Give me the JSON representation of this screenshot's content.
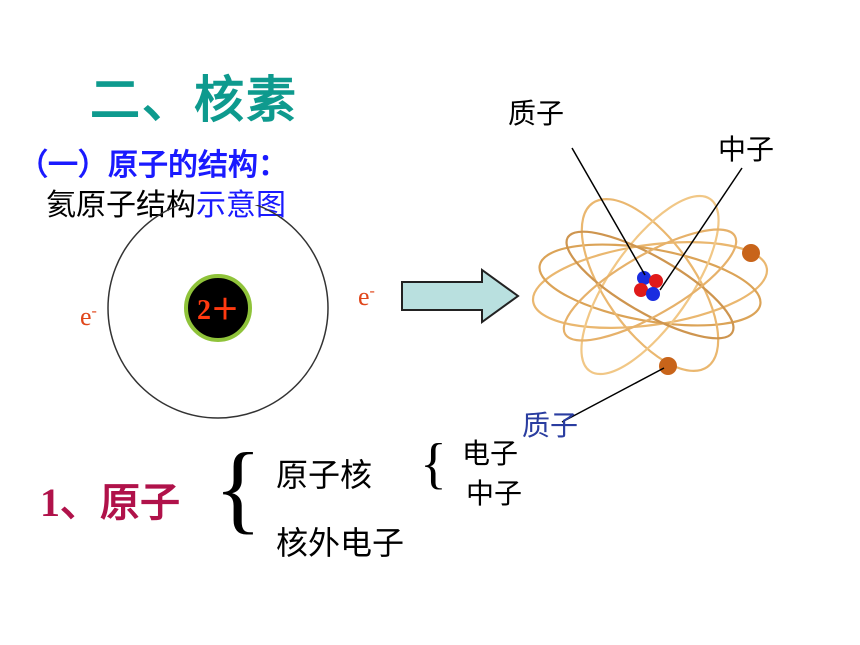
{
  "heading": "二、核素",
  "section": "（一）原子的结构：",
  "caption": {
    "black": "氦原子结构",
    "blue": "示意图"
  },
  "diagram": {
    "nucleus_charge": "2＋",
    "electron": "e",
    "electron_sup": "-"
  },
  "atom_model_labels": {
    "proton_top": "质子",
    "neutron": "中子",
    "proton_bottom": "质子"
  },
  "structure": {
    "atom": "1、原子",
    "nucleus": "原子核",
    "outer_electrons": "核外电子",
    "nucleus_parts": [
      "电子",
      "中子"
    ]
  },
  "colors": {
    "heading": "#0e9a8e",
    "section": "#1a1aff",
    "electron": "#e0461a",
    "atom_word": "#b0124a",
    "arrow_fill": "#b9e0df"
  }
}
